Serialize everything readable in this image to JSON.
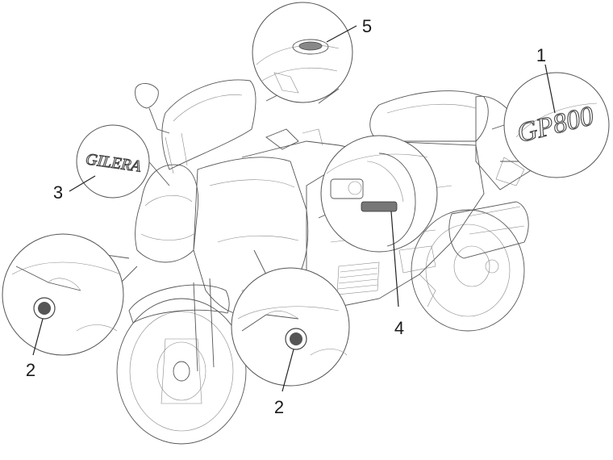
{
  "callouts": [
    {
      "number": "1",
      "part": "GP800 badge"
    },
    {
      "number": "2",
      "part": "logo emblem (left)"
    },
    {
      "number": "2",
      "part": "logo emblem (right)"
    },
    {
      "number": "3",
      "part": "GILERA badge"
    },
    {
      "number": "4",
      "part": "dashboard badge"
    },
    {
      "number": "5",
      "part": "tank cap emblem"
    }
  ],
  "badges": {
    "model_text": "GP800",
    "brand_text": "GILERA"
  },
  "colors": {
    "line": "#555555",
    "background": "#ffffff",
    "text": "#1a1a1a"
  }
}
